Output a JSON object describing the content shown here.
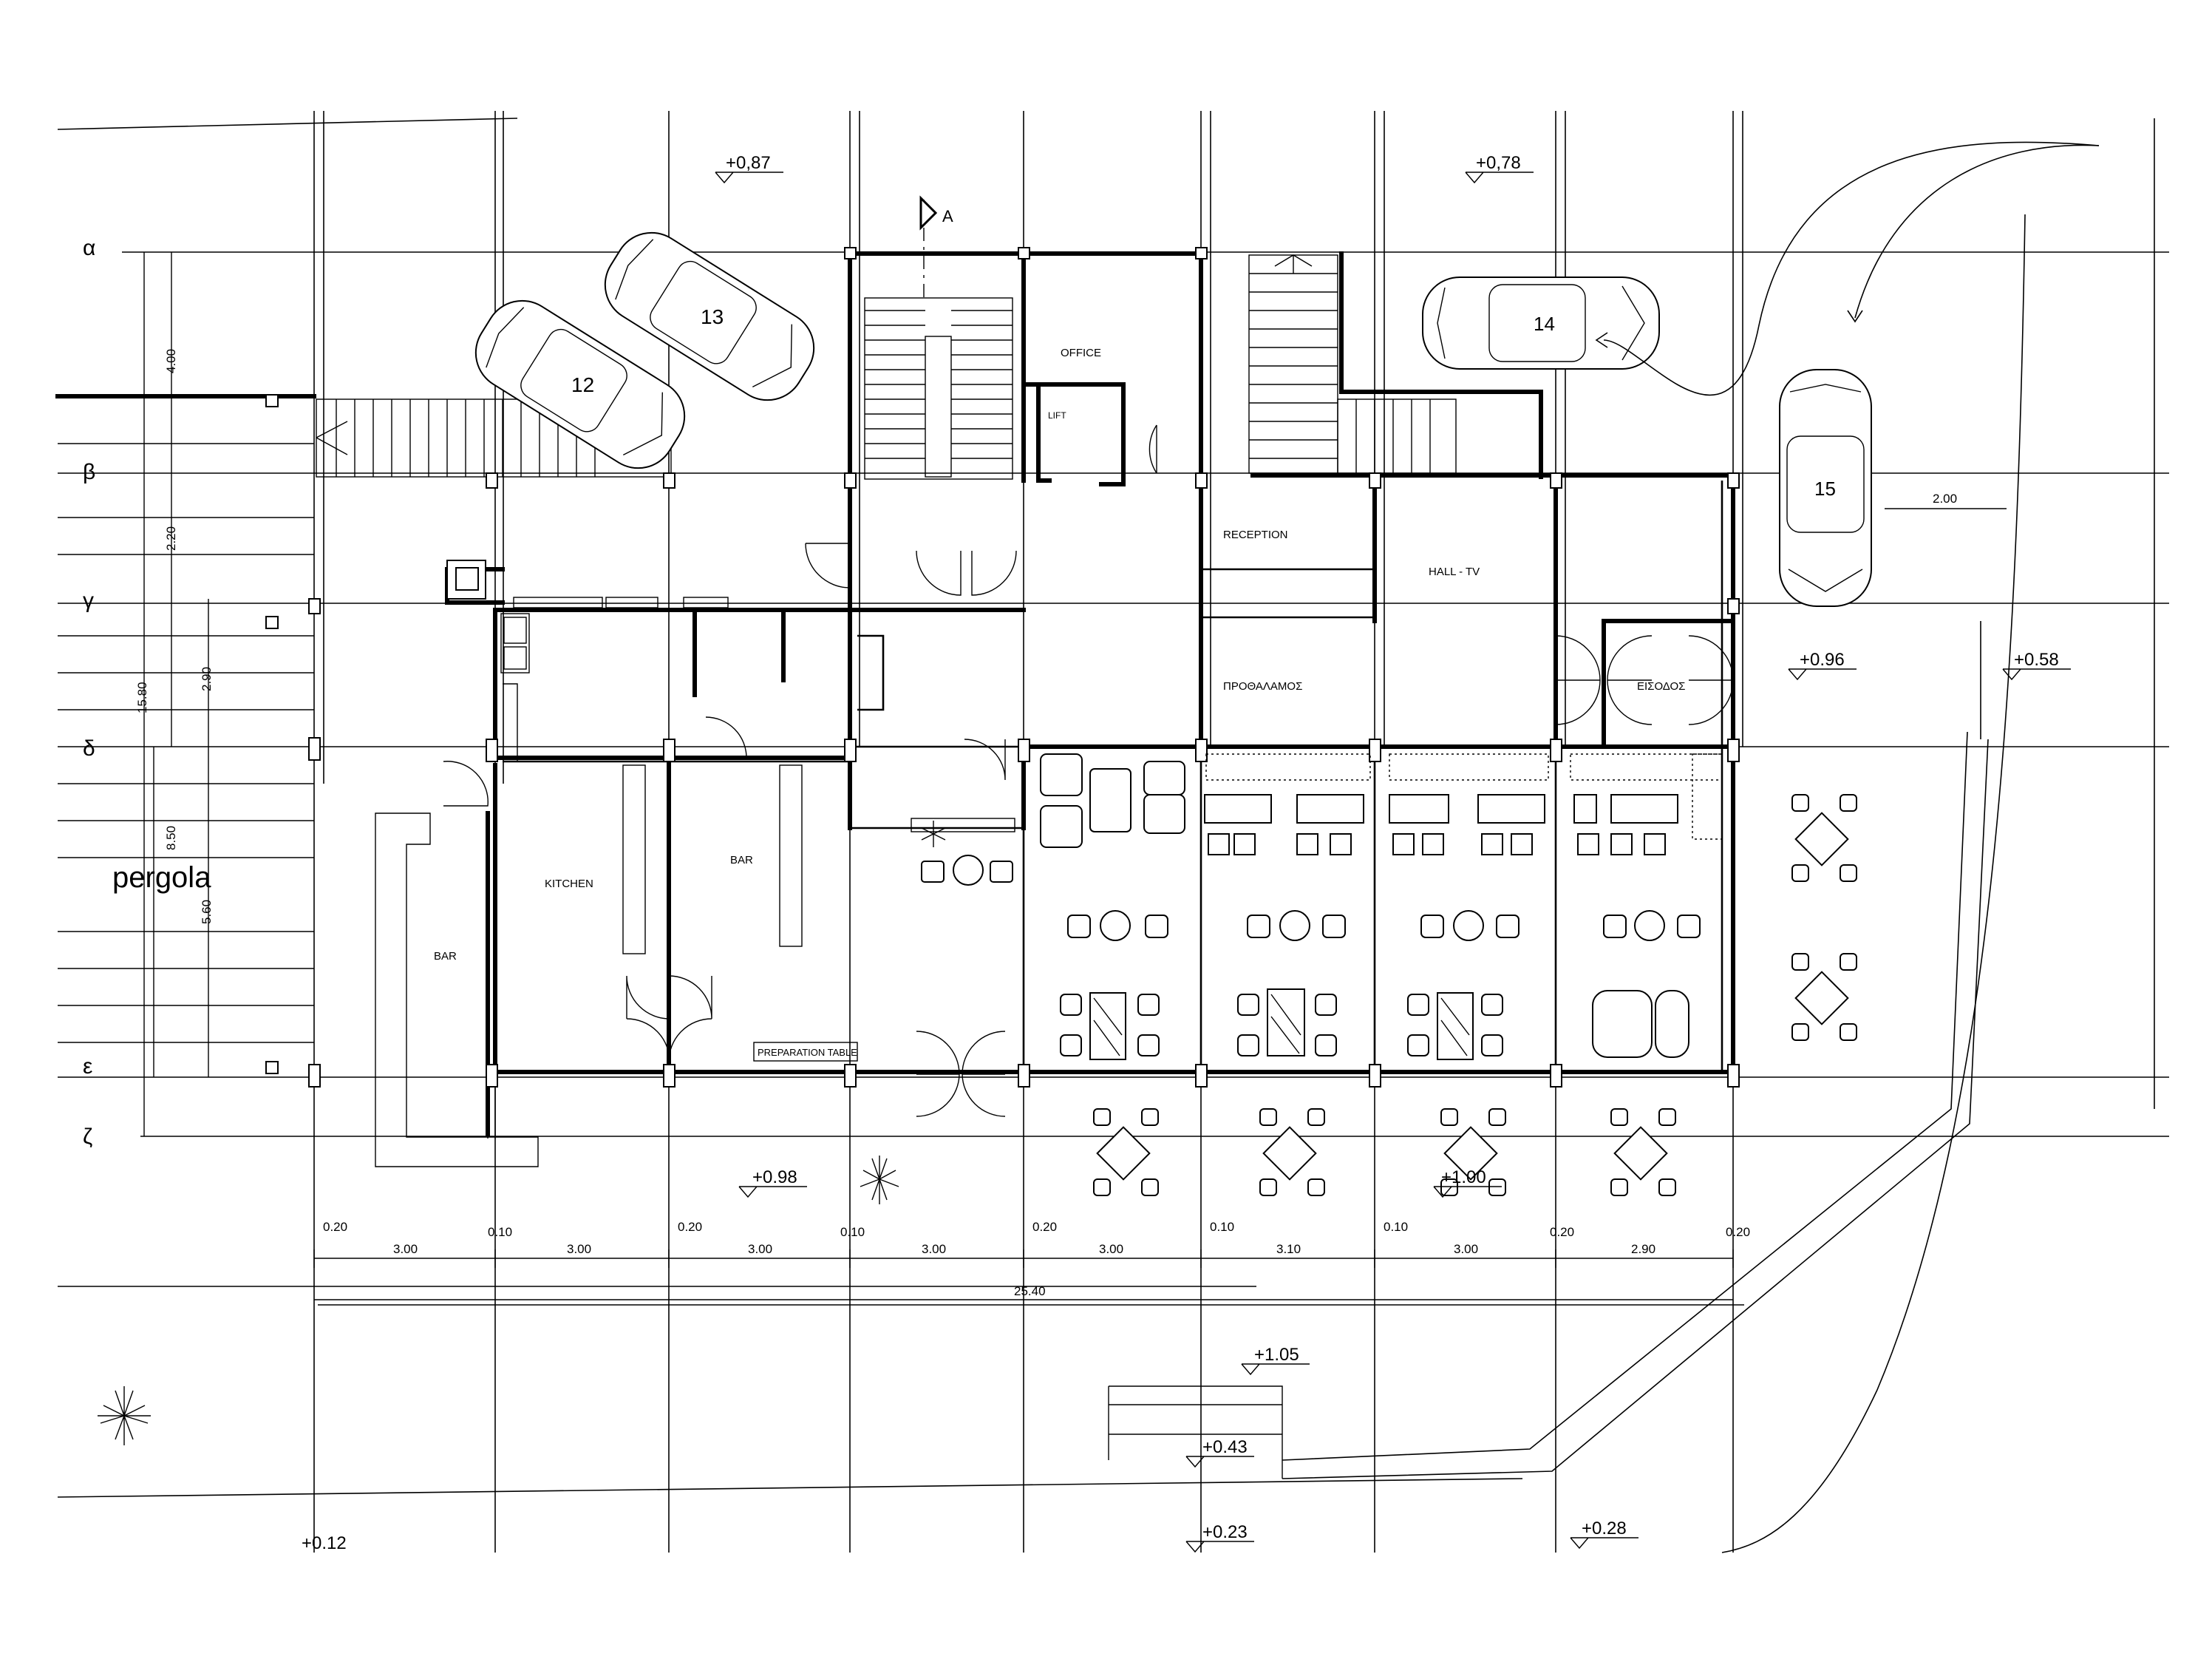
{
  "grid_rows": [
    "α",
    "β",
    "γ",
    "δ",
    "ε",
    "ζ"
  ],
  "vertical_dims": [
    "4.00",
    "2.20",
    "2.90",
    "15.80",
    "8.50",
    "5.60"
  ],
  "pergola_label": "pergola",
  "rooms": {
    "office": "OFFICE",
    "lift": "LIFT",
    "reception": "RECEPTION",
    "hall_tv": "HALL - TV",
    "prothalamos": "ΠΡΟΘΑΛΑΜΟΣ",
    "eisodos": "ΕΙΣΟΔΟΣ",
    "kitchen": "KITCHEN",
    "bar_inner": "BAR",
    "bar_outer": "BAR",
    "preparation_table": "PREPARATION TABLE"
  },
  "section_marker": "A",
  "cars": [
    "12",
    "13",
    "14",
    "15"
  ],
  "levels": [
    "+0,87",
    "+0,78",
    "+0.96",
    "+0.58",
    "+0.98",
    "+1.00",
    "+1.05",
    "+0.43",
    "+0.23",
    "+0.28",
    "+0.12"
  ],
  "right_dim": "2.00",
  "bottom_dims": {
    "col_widths": [
      "0.20",
      "0.10",
      "0.20",
      "0.10",
      "0.20",
      "0.10",
      "0.10",
      "0.20",
      "0.20"
    ],
    "spans": [
      "3.00",
      "3.00",
      "3.00",
      "3.00",
      "3.00",
      "3.10",
      "3.00",
      "2.90"
    ],
    "total": "25.40"
  }
}
